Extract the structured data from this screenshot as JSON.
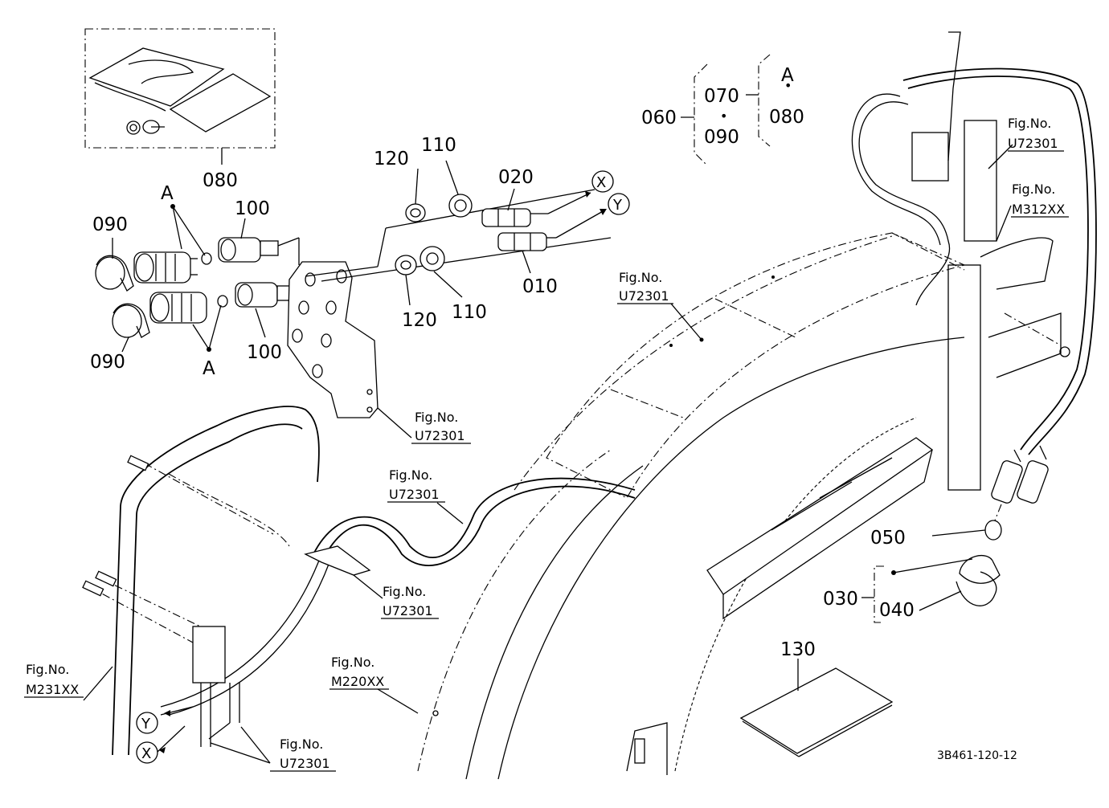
{
  "diagram_id": "3B461-120-12",
  "parts": {
    "p010": "010",
    "p020": "020",
    "p030": "030",
    "p040": "040",
    "p050": "050",
    "p060": "060",
    "p070": "070",
    "p080_top": "080",
    "p080_group": "080",
    "p090_top": "090",
    "p090_bottom": "090",
    "p090_group": "090",
    "p100_top": "100",
    "p100_bottom": "100",
    "p110_top": "110",
    "p110_bottom": "110",
    "p120_top": "120",
    "p120_bottom": "120",
    "p130": "130"
  },
  "letters": {
    "a_top": "A",
    "a_bottom": "A",
    "a_group": "A",
    "x_top": "X",
    "y_top": "Y",
    "x_bottom": "X",
    "y_bottom": "Y"
  },
  "group_sep": {
    "dot1": "•",
    "dot2": "•"
  },
  "figrefs": {
    "fig_label": "Fig.No.",
    "u72301_top_right": "U72301",
    "m312xx": "M312XX",
    "u72301_fender": "U72301",
    "u72301_plate": "U72301",
    "u72301_hose": "U72301",
    "u72301_clamp": "U72301",
    "m231xx": "M231XX",
    "m220xx": "M220XX",
    "u72301_bottom": "U72301"
  }
}
